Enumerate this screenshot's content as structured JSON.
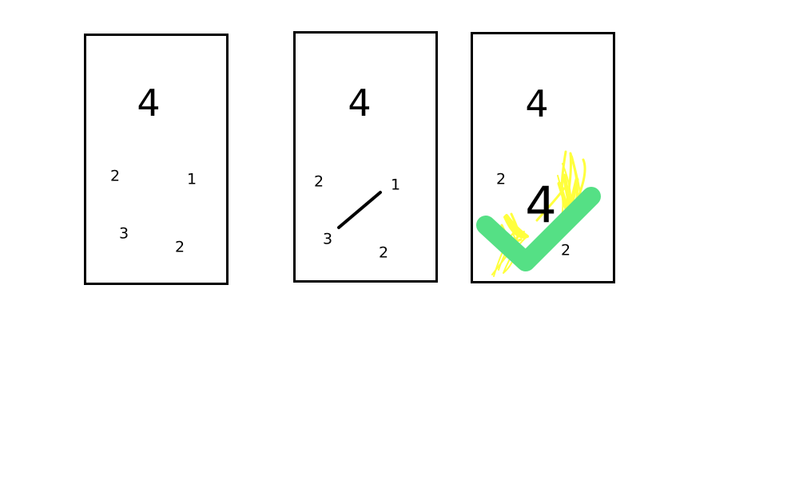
{
  "cards": [
    {
      "target": "4",
      "n1": "2",
      "n2": "1",
      "n3": "3",
      "n4": "2"
    },
    {
      "target": "4",
      "n1": "2",
      "n2": "1",
      "n3": "3",
      "n4": "2"
    },
    {
      "target": "4",
      "n1": "2",
      "n4": "2",
      "result": "4"
    }
  ],
  "colors": {
    "border": "#000000",
    "connector": "#000000",
    "highlight": "#ffff33",
    "checkmark": "#55e085"
  },
  "icons": {
    "check": "checkmark-icon",
    "scribble": "highlighter-scribble"
  }
}
